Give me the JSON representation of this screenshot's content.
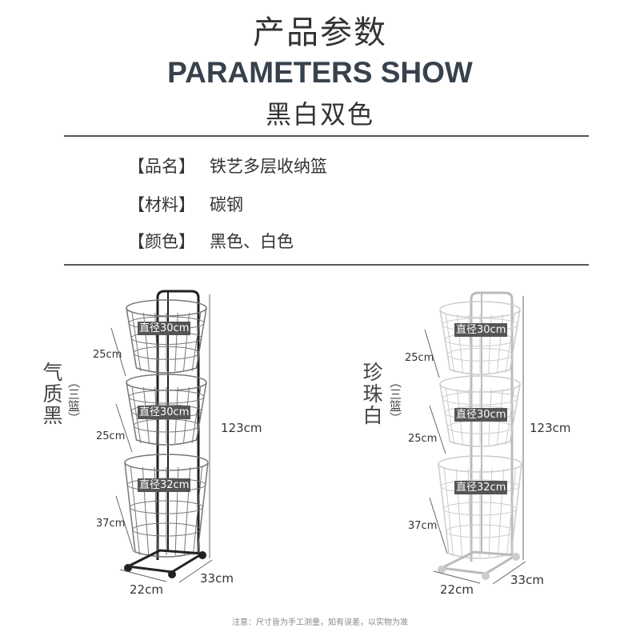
{
  "header": {
    "title_cn": "产品参数",
    "title_en": "PARAMETERS SHOW",
    "subtitle": "黑白双色"
  },
  "params": [
    {
      "label": "【品名】",
      "value": "铁艺多层收纳篮"
    },
    {
      "label": "【材料】",
      "value": "碳钢"
    },
    {
      "label": "【颜色】",
      "value": "黑色、白色"
    }
  ],
  "products": [
    {
      "name": "气质黑",
      "sub": "（三篮）",
      "color": "#222222",
      "diameters": [
        "直径30cm",
        "直径30cm",
        "直径32cm"
      ],
      "heights": [
        "25cm",
        "25cm",
        "37cm"
      ],
      "total_height": "123cm",
      "width": "22cm",
      "depth": "33cm"
    },
    {
      "name": "珍珠白",
      "sub": "（三篮）",
      "color": "#dddddd",
      "diameters": [
        "直径30cm",
        "直径30cm",
        "直径32cm"
      ],
      "heights": [
        "25cm",
        "25cm",
        "37cm"
      ],
      "total_height": "123cm",
      "width": "22cm",
      "depth": "33cm"
    }
  ],
  "note": "注意：尺寸皆为手工测量，如有误差，以实物为准"
}
